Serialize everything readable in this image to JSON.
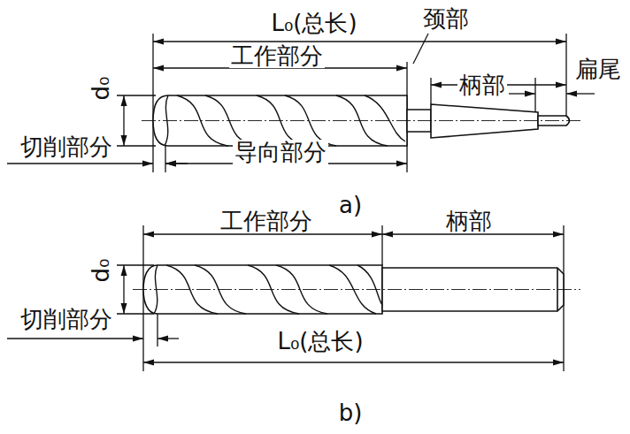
{
  "diagram": {
    "labels": [
      "L₀(总长)",
      "颈部",
      "工作部分",
      "柄部",
      "扁尾",
      "d₀",
      "切削部分",
      "导向部分",
      "a)",
      "工作部分",
      "柄部",
      "d₀",
      "切削部分",
      "L₀(总长)",
      "b)"
    ]
  }
}
